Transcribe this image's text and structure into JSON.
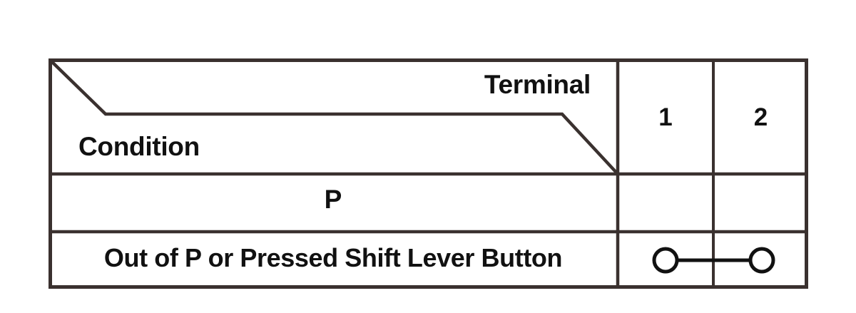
{
  "diagram": {
    "type": "wiring-continuity-table",
    "title_header": "Terminal",
    "row_header": "Condition",
    "border_color": "#3a312f",
    "text_color": "#111111",
    "background_color": "#ffffff",
    "columns": [
      {
        "id": "terminal-1",
        "label": "1"
      },
      {
        "id": "terminal-2",
        "label": "2"
      }
    ],
    "rows": [
      {
        "id": "row-p",
        "condition": "P",
        "continuity": false,
        "cells": [
          "",
          ""
        ]
      },
      {
        "id": "row-out-of-p",
        "condition": "Out of P or Pressed Shift Lever Button",
        "continuity": true,
        "cells": [
          "continuity-terminal",
          "continuity-terminal"
        ]
      }
    ],
    "continuity_symbol": {
      "name": "continuity-link",
      "description": "two open circles joined by a horizontal line",
      "circle_radius": 16,
      "stroke_width": 5
    }
  }
}
